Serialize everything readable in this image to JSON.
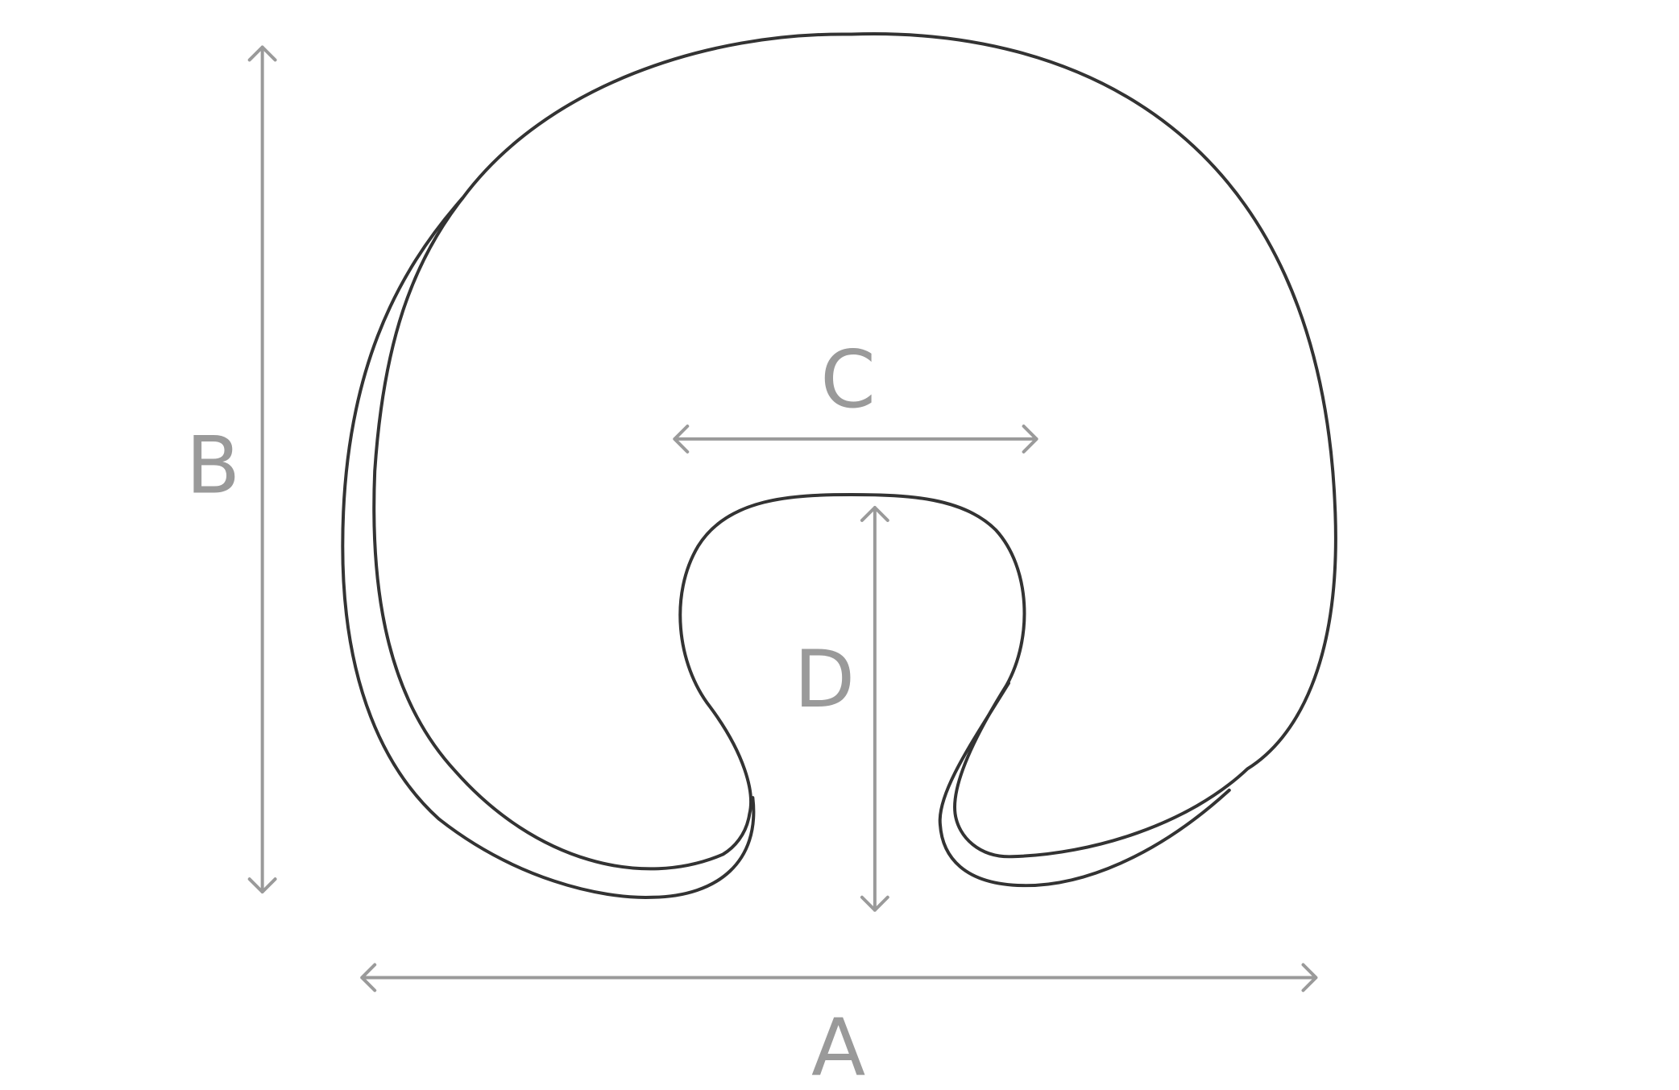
{
  "diagram": {
    "labels": {
      "width_outer": "A",
      "height_outer": "B",
      "width_inner": "C",
      "depth_inner": "D"
    },
    "colors": {
      "outline": "#333333",
      "dimension": "#9a9a9a",
      "background": "#ffffff"
    }
  }
}
